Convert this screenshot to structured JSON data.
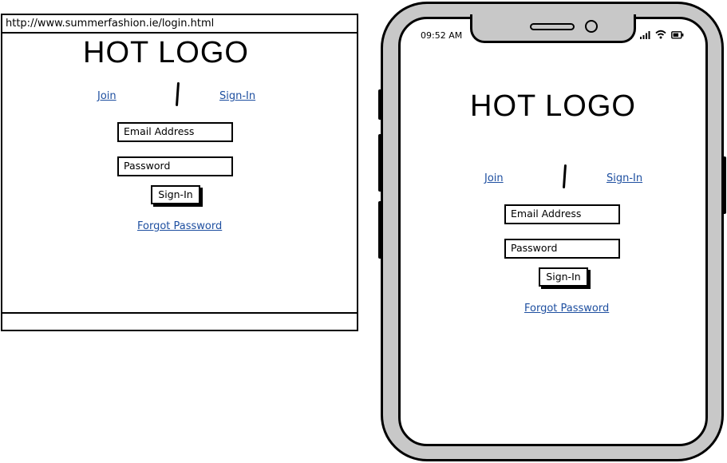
{
  "desktop": {
    "url": "http://www.summerfashion.ie/login.html",
    "logo": "HOT LOGO",
    "join_link": "Join",
    "signin_link": "Sign-In",
    "email_placeholder": "Email Address",
    "password_placeholder": "Password",
    "signin_button": "Sign-In",
    "forgot_link": "Forgot Password"
  },
  "mobile": {
    "status_time": "09:52 AM",
    "status_icons": [
      "signal-icon",
      "wifi-icon",
      "battery-icon"
    ],
    "logo": "HOT LOGO",
    "join_link": "Join",
    "signin_link": "Sign-In",
    "email_placeholder": "Email Address",
    "password_placeholder": "Password",
    "signin_button": "Sign-In",
    "forgot_link": "Forgot Password"
  },
  "colors": {
    "link": "#1e4fa0",
    "phone_frame": "#c8c8c8",
    "outline": "#000000"
  }
}
